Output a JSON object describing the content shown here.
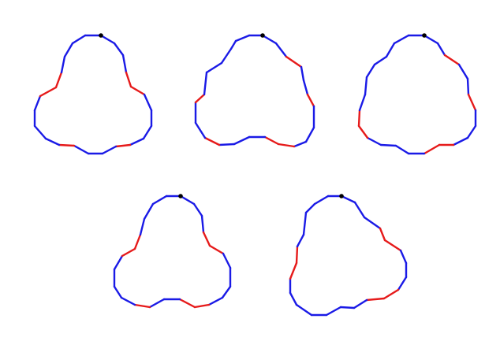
{
  "colors": {
    "background": "#ffffff",
    "blue_edge": "#1a1ae6",
    "red_edge": "#e61a1a",
    "start_dot": "#000000"
  },
  "figures": [
    {
      "id": "shape-1",
      "polygon_colors": [
        "blue",
        "blue",
        "blue",
        "red",
        "red",
        "blue",
        "blue",
        "blue",
        "blue",
        "red",
        "blue",
        "blue",
        "blue",
        "red",
        "blue",
        "blue",
        "blue",
        "blue",
        "red",
        "red",
        "blue",
        "blue"
      ]
    },
    {
      "id": "shape-2",
      "polygon_colors": [
        "blue",
        "blue",
        "red",
        "blue",
        "blue",
        "red",
        "blue",
        "blue",
        "blue",
        "red",
        "red",
        "blue",
        "blue",
        "blue",
        "red",
        "blue",
        "blue",
        "red",
        "blue",
        "blue",
        "blue",
        "blue"
      ]
    },
    {
      "id": "shape-3",
      "polygon_colors": [
        "blue",
        "blue",
        "red",
        "blue",
        "blue",
        "red",
        "blue",
        "blue",
        "blue",
        "red",
        "red",
        "blue",
        "blue",
        "blue",
        "blue",
        "red",
        "red",
        "blue",
        "blue",
        "blue",
        "blue",
        "blue"
      ]
    },
    {
      "id": "shape-4",
      "polygon_colors": [
        "blue",
        "blue",
        "blue",
        "red",
        "red",
        "blue",
        "blue",
        "blue",
        "blue",
        "red",
        "red",
        "blue",
        "blue",
        "red",
        "blue",
        "blue",
        "blue",
        "blue",
        "red",
        "red",
        "blue",
        "blue"
      ]
    },
    {
      "id": "shape-5",
      "polygon_colors": [
        "blue",
        "blue",
        "blue",
        "red",
        "red",
        "blue",
        "blue",
        "blue",
        "red",
        "red",
        "blue",
        "blue",
        "blue",
        "blue",
        "blue",
        "blue",
        "blue",
        "red",
        "red",
        "blue",
        "blue",
        "blue"
      ]
    }
  ]
}
